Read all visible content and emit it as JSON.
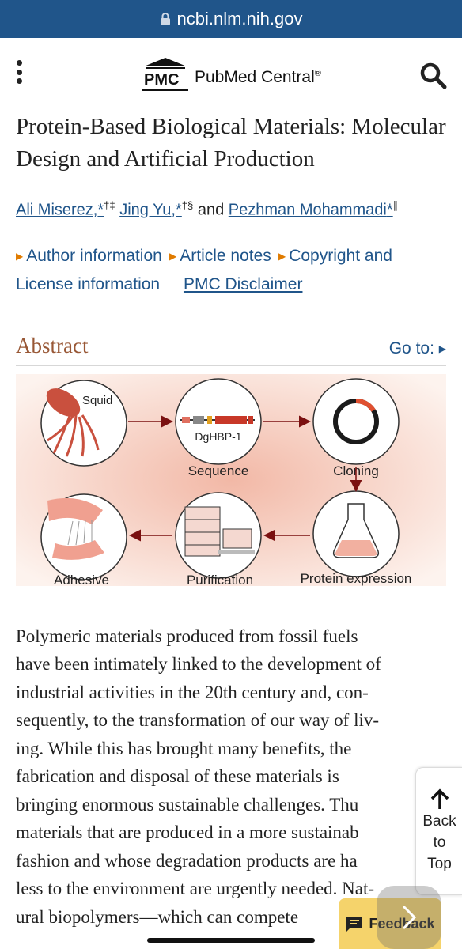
{
  "browser": {
    "url": "ncbi.nlm.nih.gov"
  },
  "header": {
    "logo_mark": "PMC",
    "logo_name": "PubMed Central",
    "logo_reg": "®"
  },
  "article": {
    "title": "Protein-Based Biological Materials: Molecular Design and Artificial Production",
    "authors": [
      {
        "name": "Ali Miserez,",
        "mark": "*",
        "sup": "†‡"
      },
      {
        "name": "Jing Yu,",
        "mark": "*",
        "sup": "†§"
      },
      {
        "name": "Pezhman Mohammadi",
        "mark": "*",
        "sup": "∥"
      }
    ],
    "authors_and": "and",
    "info_links": {
      "author_info": "Author information",
      "article_notes": "Article notes",
      "copyright": "Copyright and License information",
      "disclaimer": "PMC Disclaimer"
    }
  },
  "abstract": {
    "heading": "Abstract",
    "goto_label": "Go to:",
    "figure": {
      "squid": "Squid",
      "gene": "DgHBP-1",
      "sequence": "Sequence",
      "cloning": "Cloning",
      "adhesive": "Adhesive",
      "purification": "Purification",
      "protein_expression": "Protein expression"
    },
    "lines": [
      "Polymeric materials produced from fossil fuels",
      "have been intimately linked to the development of",
      "industrial activities in the 20th century and, con-",
      "sequently, to the transformation of our way of liv-",
      "ing. While this has brought many benefits, the",
      "fabrication and disposal of these materials is",
      "bringing enormous sustainable challenges. Thu",
      "materials that are produced in a more sustainab",
      "fashion and whose degradation products are ha",
      "less to the environment are urgently needed. Nat-",
      "ural biopolymers—which can compete"
    ]
  },
  "floating": {
    "back_to_top": "Back to Top",
    "feedback": "Feedback"
  },
  "colors": {
    "brand_blue": "#20558a",
    "abstract_brown": "#985735",
    "feedback_yellow": "#f5d36b"
  }
}
